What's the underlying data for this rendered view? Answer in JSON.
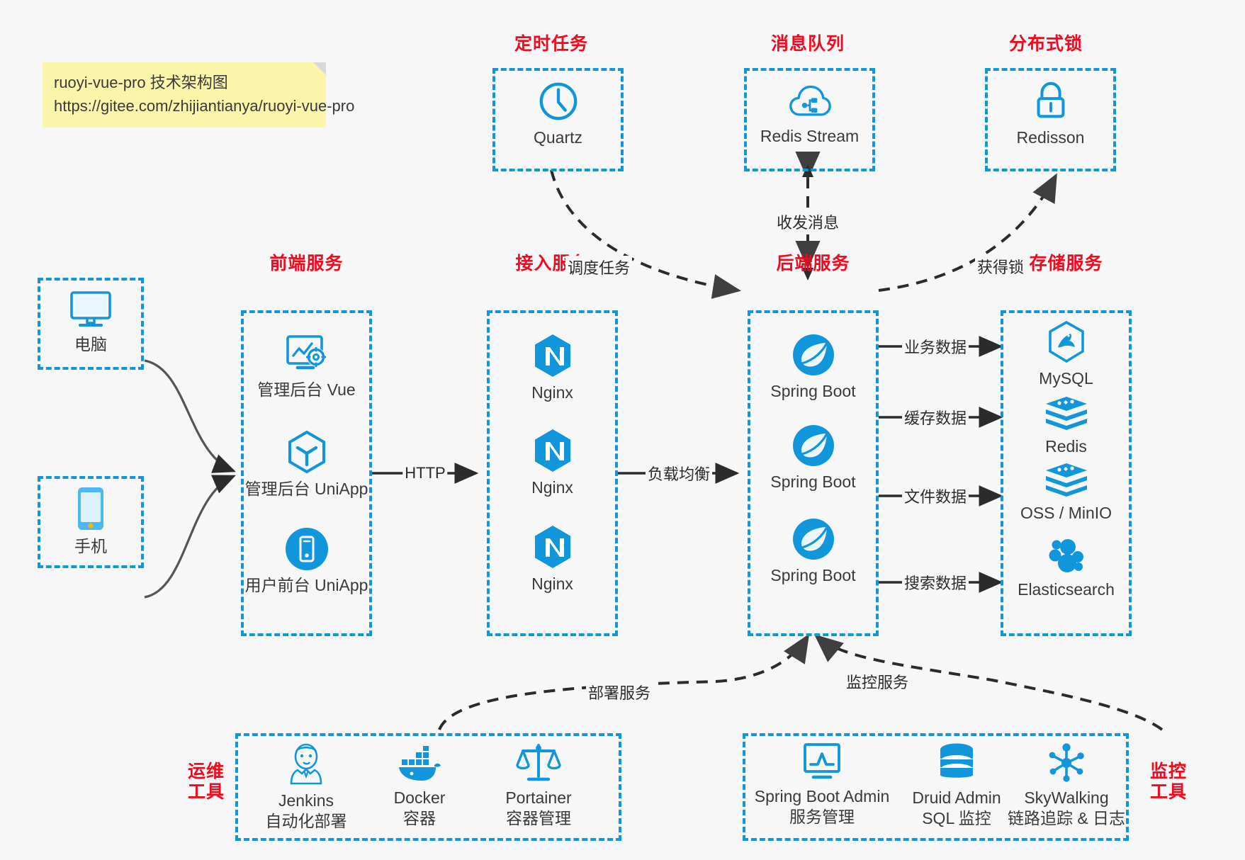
{
  "note": {
    "line1": "ruoyi-vue-pro 技术架构图",
    "line2": "https://gitee.com/zhijiantianya/ruoyi-vue-pro"
  },
  "accent_blue": "#1296db",
  "title_red": "#f5071e",
  "groups": {
    "scheduler": {
      "title": "定时任务"
    },
    "mq": {
      "title": "消息队列"
    },
    "lock": {
      "title": "分布式锁"
    },
    "frontend": {
      "title": "前端服务"
    },
    "gateway": {
      "title": "接入服务"
    },
    "backend": {
      "title": "后端服务"
    },
    "storage": {
      "title": "存储服务"
    },
    "devops": {
      "title_line1": "运维",
      "title_line2": "工具"
    },
    "monitor": {
      "title_line1": "监控",
      "title_line2": "工具"
    }
  },
  "nodes": {
    "quartz": {
      "label": "Quartz",
      "icon": "clock-icon"
    },
    "redis_stream": {
      "label": "Redis Stream",
      "icon": "cloud-stream-icon"
    },
    "redisson": {
      "label": "Redisson",
      "icon": "lock-icon"
    },
    "pc": {
      "label": "电脑",
      "icon": "desktop-monitor-icon"
    },
    "phone": {
      "label": "手机",
      "icon": "smartphone-icon"
    },
    "admin_vue": {
      "label": "管理后台 Vue",
      "icon": "dashboard-gear-icon"
    },
    "admin_uniapp": {
      "label": "管理后台 UniApp",
      "icon": "uniapp-cube-icon"
    },
    "user_uniapp": {
      "label": "用户前台 UniApp",
      "icon": "mobile-app-icon"
    },
    "nginx1": {
      "label": "Nginx",
      "icon": "nginx-icon"
    },
    "nginx2": {
      "label": "Nginx",
      "icon": "nginx-icon"
    },
    "nginx3": {
      "label": "Nginx",
      "icon": "nginx-icon"
    },
    "spring1": {
      "label": "Spring Boot",
      "icon": "spring-boot-icon"
    },
    "spring2": {
      "label": "Spring Boot",
      "icon": "spring-boot-icon"
    },
    "spring3": {
      "label": "Spring Boot",
      "icon": "spring-boot-icon"
    },
    "mysql": {
      "label": "MySQL",
      "icon": "mysql-icon"
    },
    "redis": {
      "label": "Redis",
      "icon": "redis-icon"
    },
    "oss": {
      "label": "OSS / MinIO",
      "icon": "redis-stack-icon"
    },
    "elasticsearch": {
      "label": "Elasticsearch",
      "icon": "elasticsearch-icon"
    },
    "jenkins": {
      "label": "Jenkins",
      "sub": "自动化部署",
      "icon": "jenkins-icon"
    },
    "docker": {
      "label": "Docker",
      "sub": "容器",
      "icon": "docker-whale-icon"
    },
    "portainer": {
      "label": "Portainer",
      "sub": "容器管理",
      "icon": "portainer-scale-icon"
    },
    "sba": {
      "label": "Spring Boot Admin",
      "sub": "服务管理",
      "icon": "monitor-chart-icon"
    },
    "druid": {
      "label": "Druid Admin",
      "sub": "SQL 监控",
      "icon": "database-icon"
    },
    "skywalking": {
      "label": "SkyWalking",
      "sub": "链路追踪 & 日志",
      "icon": "skywalking-icon"
    }
  },
  "edge_labels": {
    "schedule_task": "调度任务",
    "send_receive_msg": "收发消息",
    "acquire_lock": "获得锁",
    "http": "HTTP",
    "load_balance": "负载均衡",
    "business_data": "业务数据",
    "cache_data": "缓存数据",
    "file_data": "文件数据",
    "search_data": "搜索数据",
    "deploy_service": "部署服务",
    "monitor_service": "监控服务"
  }
}
